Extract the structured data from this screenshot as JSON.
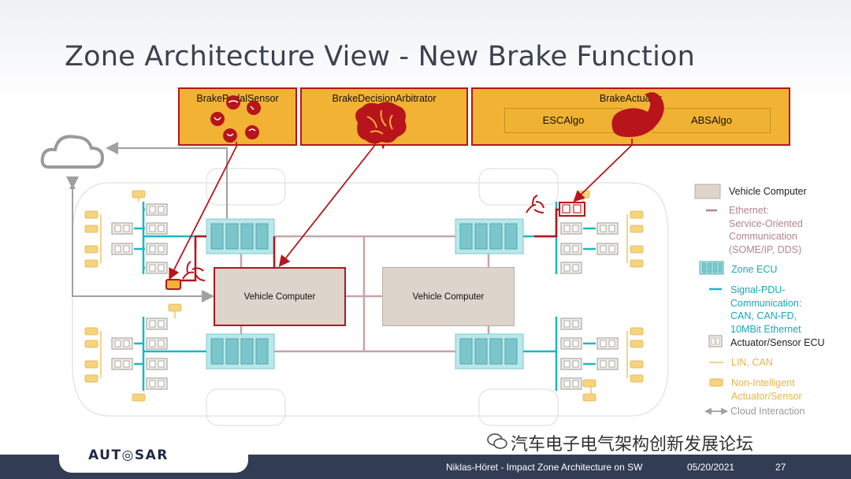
{
  "slide": {
    "title": "Zone Architecture View - New Brake Function",
    "footer": {
      "logo": "AUT◎SAR",
      "author_title": "Niklas-Höret - Impact Zone Architecture on SW",
      "date": "05/20/2021",
      "page": "27"
    },
    "watermark": "汽车电子电气架构创新发展论坛"
  },
  "software_components": [
    {
      "label": "BrakePedalSensor"
    },
    {
      "label": "BrakeDecisionArbitrator"
    },
    {
      "label": "BrakeActuator",
      "subcomponents": [
        "ESCAlgo",
        "ABSAlgo"
      ]
    }
  ],
  "vehicle_computers": [
    "Vehicle Computer",
    "Vehicle Computer"
  ],
  "legend": {
    "vehicle_computer": "Vehicle Computer",
    "ethernet": [
      "Ethernet:",
      "Service-Oriented",
      "Communication",
      "(SOME/IP, DDS)"
    ],
    "zone_ecu": "Zone ECU",
    "signal_pdu": [
      "Signal-PDU-",
      "Communication:",
      "CAN, CAN-FD,",
      "10MBit Ethernet"
    ],
    "actuator_sensor_ecu": "Actuator/Sensor ECU",
    "lin_can": "LIN, CAN",
    "non_intelligent": [
      "Non-Intelligent",
      "Actuator/Sensor"
    ],
    "cloud_interaction": "Cloud Interaction"
  },
  "colors": {
    "title": "#3b4150",
    "swc_fill": "#f2b233",
    "swc_border": "#b7141b",
    "vehicle_computer": "#ddd4cb",
    "ethernet": "#b5838d",
    "zone_ecu": "#b9e8ea",
    "signal_pdu": "#19b8c4",
    "lin_can": "#f0c46a",
    "footer": "#323d55"
  }
}
